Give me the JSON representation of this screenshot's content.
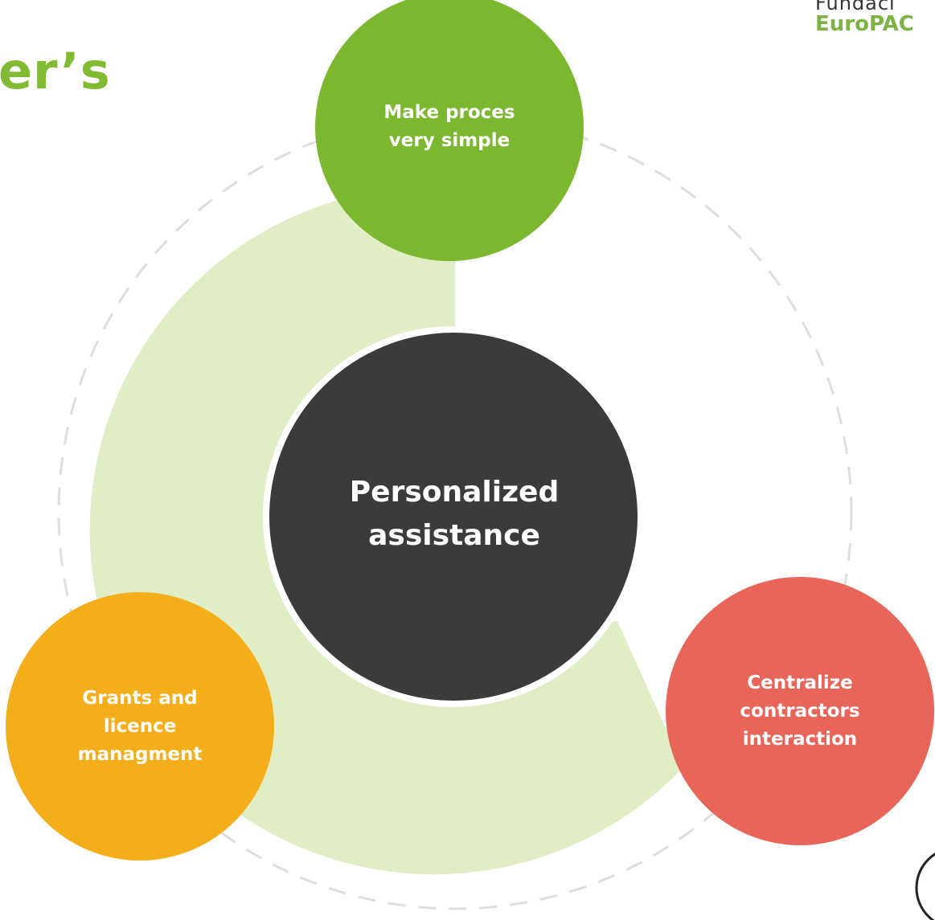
{
  "header": {
    "partial_title": "er’s"
  },
  "brand": {
    "line1": "Fundaci",
    "line2": "EuroPAC"
  },
  "diagram": {
    "center": {
      "label": "Personalized\nassistance",
      "color": "#3b3b3b"
    },
    "nodes": [
      {
        "id": "top",
        "label": "Make proces\nvery simple",
        "color": "#7cb82f"
      },
      {
        "id": "right",
        "label": "Centralize\ncontractors\ninteraction",
        "color": "#e8655a"
      },
      {
        "id": "left",
        "label": "Grants and\nlicence\nmanagment",
        "color": "#f4ae19"
      }
    ],
    "ring_color": "#e1edc5",
    "dashed_circle_color": "#dedede"
  }
}
